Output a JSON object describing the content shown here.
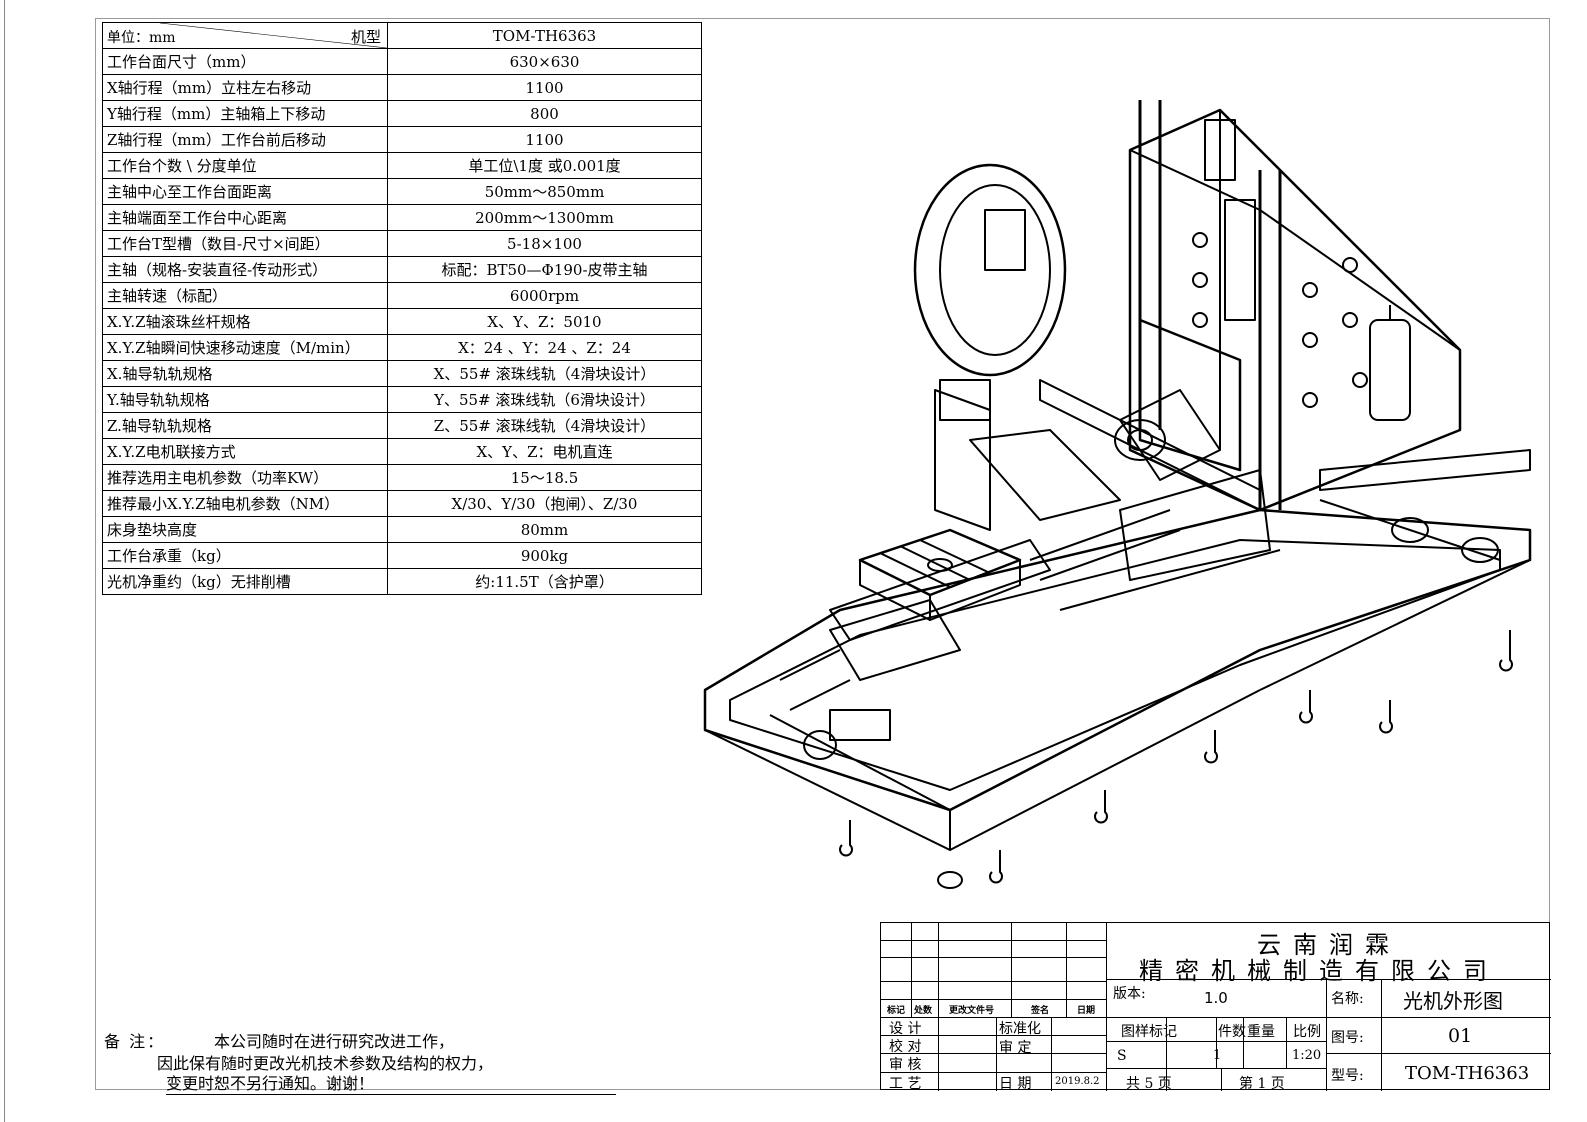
{
  "spec_table": {
    "header_unit": "单位：mm",
    "header_model_label": "机型",
    "header_model_value": "TOM-TH6363",
    "rows": [
      {
        "k": "工作台面尺寸（mm）",
        "v": "630×630"
      },
      {
        "k": "X轴行程（mm）立柱左右移动",
        "v": "1100"
      },
      {
        "k": "Y轴行程（mm）主轴箱上下移动",
        "v": "800"
      },
      {
        "k": "Z轴行程（mm）工作台前后移动",
        "v": "1100"
      },
      {
        "k": "工作台个数 \\ 分度单位",
        "v": "单工位\\1度  或0.001度"
      },
      {
        "k": "主轴中心至工作台面距离",
        "v": "50mm～850mm"
      },
      {
        "k": "主轴端面至工作台中心距离",
        "v": "200mm～1300mm"
      },
      {
        "k": "工作台T型槽（数目-尺寸×间距）",
        "v": "5-18×100"
      },
      {
        "k": "主轴（规格-安装直径-传动形式）",
        "v": "标配：BT50—Φ190-皮带主轴"
      },
      {
        "k": "主轴转速（标配）",
        "v": "6000rpm"
      },
      {
        "k": "X.Y.Z轴滚珠丝杆规格",
        "v": "X、Y、Z：5010"
      },
      {
        "k": "X.Y.Z轴瞬间快速移动速度（M/min）",
        "v": "X：24 、Y：24 、Z：24"
      },
      {
        "k": "X.轴导轨轨规格",
        "v": "X、55# 滚珠线轨（4滑块设计）"
      },
      {
        "k": "Y.轴导轨轨规格",
        "v": "Y、55# 滚珠线轨（6滑块设计）"
      },
      {
        "k": "Z.轴导轨轨规格",
        "v": "Z、55# 滚珠线轨（4滑块设计）"
      },
      {
        "k": "X.Y.Z电机联接方式",
        "v": "X、Y、Z：电机直连"
      },
      {
        "k": "推荐选用主电机参数（功率KW）",
        "v": "15～18.5"
      },
      {
        "k": "推荐最小X.Y.Z轴电机参数（NM）",
        "v": "X/30、Y/30（抱闸）、Z/30"
      },
      {
        "k": "床身垫块高度",
        "v": "80mm"
      },
      {
        "k": "工作台承重（kg）",
        "v": "900kg"
      },
      {
        "k": "光机净重约（kg）无排削槽",
        "v": "约:11.5T（含护罩）"
      }
    ]
  },
  "notes": {
    "lead": "备  注：",
    "line1": "本公司随时在进行研究改进工作，",
    "line2": "因此保有随时更改光机技术参数及结构的权力，",
    "line3": "变更时恕不另行通知。谢谢！"
  },
  "title_block": {
    "company_line1": "云南润霖",
    "company_line2": "精密机械制造有限公司",
    "rev_labels": {
      "mark": "标记",
      "count": "处数",
      "doc": "更改文件号",
      "sign": "签名",
      "date": "日期"
    },
    "design": "设  计",
    "check": "校  对",
    "review": "审  核",
    "process": "工  艺",
    "standard": "标准化",
    "approve": "审  定",
    "date_label": "日  期",
    "date_value": "2019.8.2",
    "version_label": "版本:",
    "version_value": "1.0",
    "drawing_mark_label": "图样标记",
    "qty_label": "件数",
    "weight_label": "重量",
    "scale_label": "比例",
    "drawing_mark_value": "S",
    "qty_value": "1",
    "scale_value": "1:20",
    "total_pages": "共  5  页",
    "page_no": "第  1  页",
    "name_label": "名称:",
    "name_value": "光机外形图",
    "drawing_no_label": "图号:",
    "drawing_no_value": "01",
    "model_label": "型号:",
    "model_value": "TOM-TH6363"
  }
}
